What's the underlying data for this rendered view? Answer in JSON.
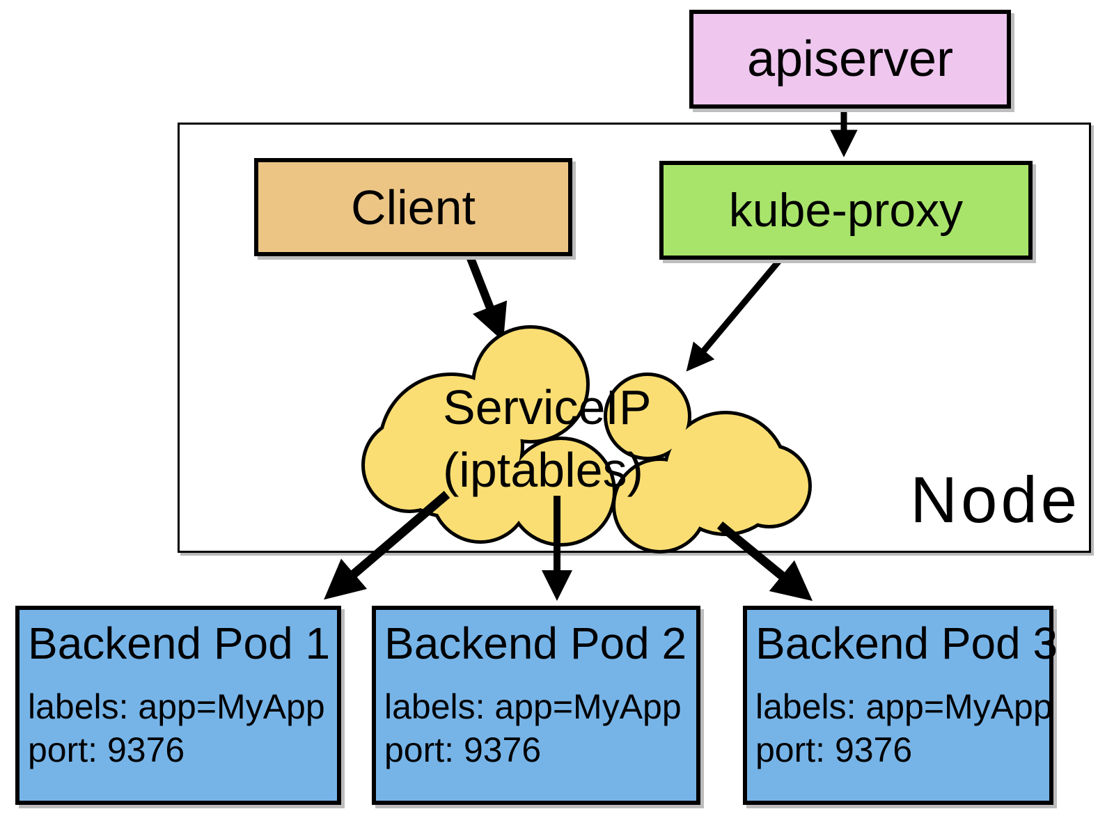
{
  "diagram": {
    "apiserver": {
      "label": "apiserver"
    },
    "client": {
      "label": "Client"
    },
    "kube_proxy": {
      "label": "kube-proxy"
    },
    "node": {
      "label": "Node"
    },
    "service_cloud": {
      "line1": "ServiceIP",
      "line2": "(iptables)"
    },
    "pods": [
      {
        "title": "Backend Pod 1",
        "labels": "labels: app=MyApp",
        "port": "port: 9376"
      },
      {
        "title": "Backend Pod 2",
        "labels": "labels: app=MyApp",
        "port": "port: 9376"
      },
      {
        "title": "Backend Pod 3",
        "labels": "labels: app=MyApp",
        "port": "port: 9376"
      }
    ],
    "colors": {
      "apiserver_fill": "#eec6ee",
      "client_fill": "#ecc585",
      "kube_proxy_fill": "#a9e46a",
      "service_cloud_fill": "#fade73",
      "pod_fill": "#76b4e8",
      "outline": "#000000"
    },
    "arrows": [
      {
        "name": "apiserver-to-kube-proxy"
      },
      {
        "name": "client-to-serviceip"
      },
      {
        "name": "kube-proxy-to-serviceip"
      },
      {
        "name": "serviceip-to-pod-1"
      },
      {
        "name": "serviceip-to-pod-2"
      },
      {
        "name": "serviceip-to-pod-3"
      }
    ]
  }
}
